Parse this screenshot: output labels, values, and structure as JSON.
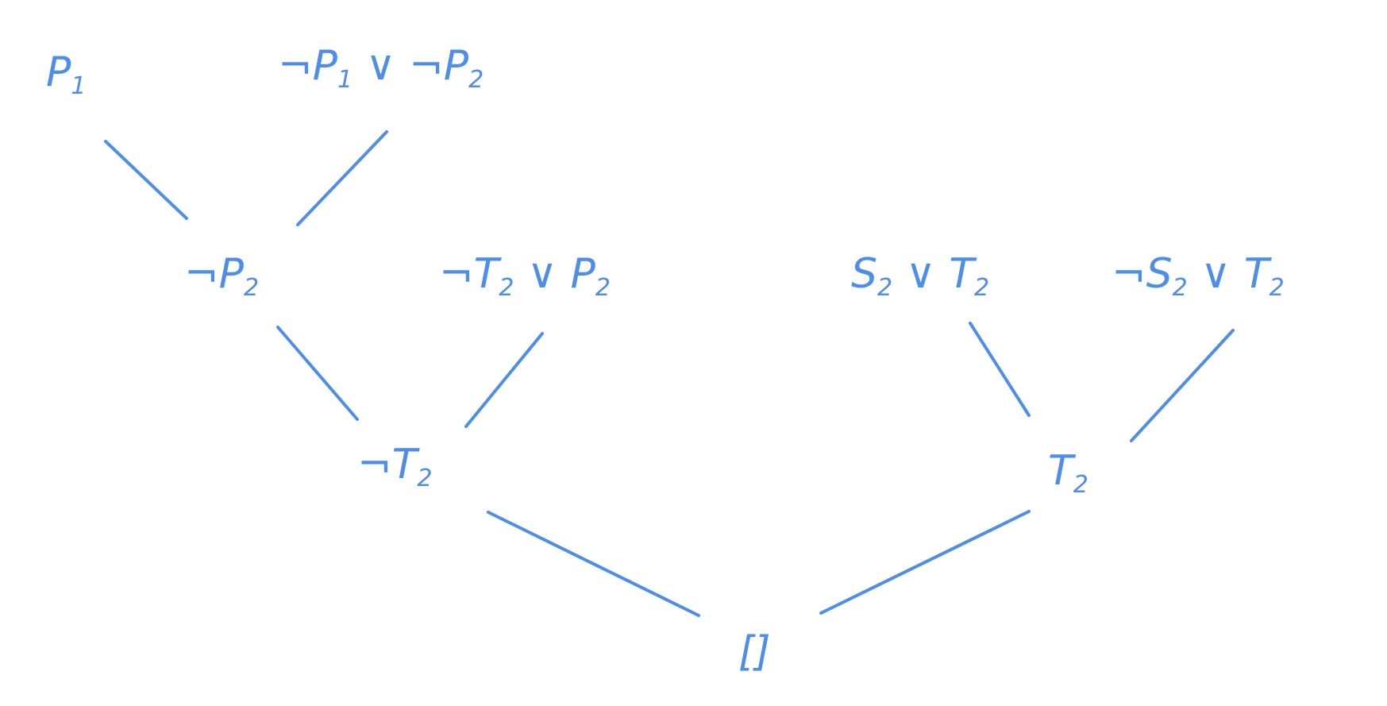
{
  "nodes": {
    "p1": {
      "base": "P",
      "sub": "1"
    },
    "not_p1_or_not_p2": {
      "pre": "¬P",
      "pre_sub": "1",
      "mid": " ∨ ¬P",
      "sub": "2"
    },
    "not_p2": {
      "pre": "¬P",
      "sub": "2"
    },
    "not_t2_or_p2": {
      "pre": "¬T",
      "pre_sub": "2",
      "mid": " ∨ P",
      "sub": "2"
    },
    "s2_or_t2": {
      "pre": "S",
      "pre_sub": "2",
      "mid": " ∨ T",
      "sub": "2"
    },
    "not_s2_or_t2": {
      "pre": "¬S",
      "pre_sub": "2",
      "mid": " ∨ T",
      "sub": "2"
    },
    "not_t2": {
      "pre": "¬T",
      "sub": "2"
    },
    "t2": {
      "pre": "T",
      "sub": "2"
    },
    "empty": {
      "text": "[]"
    }
  },
  "colors": {
    "ink": "#4f8ee8",
    "background": "#ffffff"
  }
}
